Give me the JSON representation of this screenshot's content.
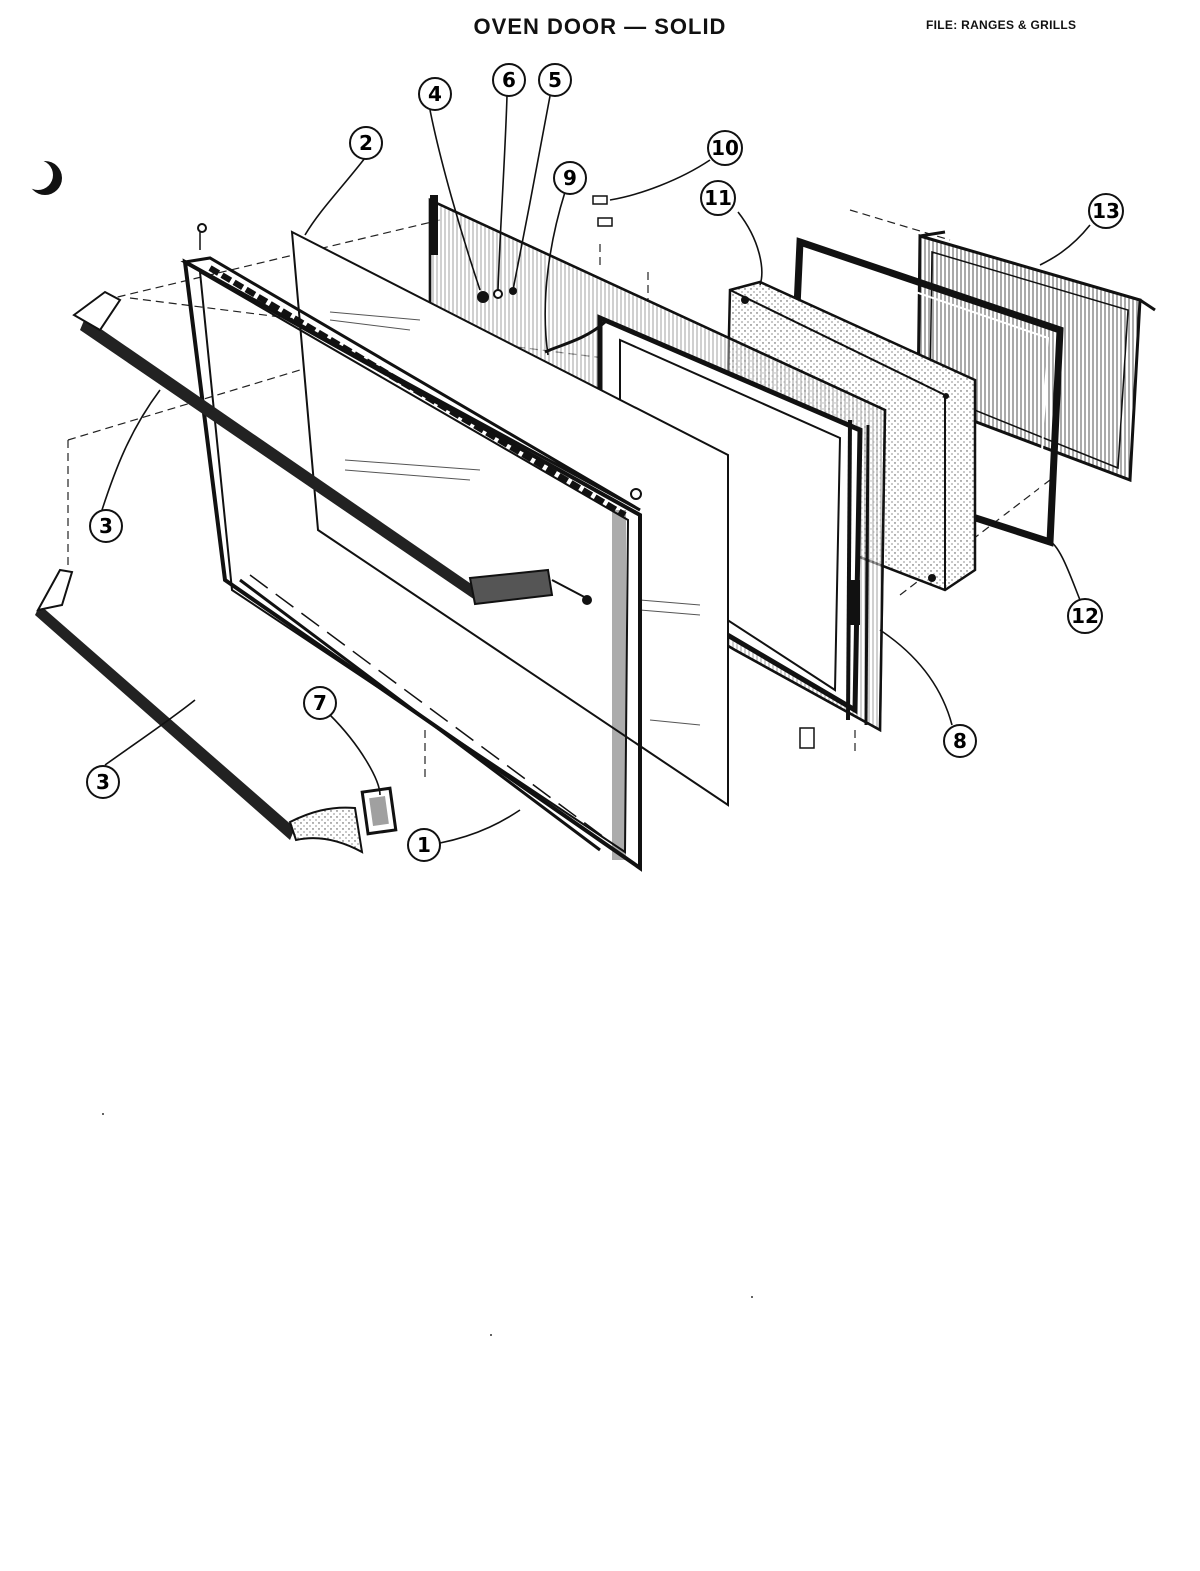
{
  "header": {
    "title": "OVEN DOOR — SOLID",
    "file_label": "FILE: RANGES & GRILLS"
  },
  "callouts": [
    {
      "id": "c1",
      "label": "1"
    },
    {
      "id": "c2",
      "label": "2"
    },
    {
      "id": "c3a",
      "label": "3"
    },
    {
      "id": "c3b",
      "label": "3"
    },
    {
      "id": "c4",
      "label": "4"
    },
    {
      "id": "c5",
      "label": "5"
    },
    {
      "id": "c6",
      "label": "6"
    },
    {
      "id": "c7",
      "label": "7"
    },
    {
      "id": "c8",
      "label": "8"
    },
    {
      "id": "c9",
      "label": "9"
    },
    {
      "id": "c10",
      "label": "10"
    },
    {
      "id": "c11",
      "label": "11"
    },
    {
      "id": "c12",
      "label": "12"
    },
    {
      "id": "c13",
      "label": "13"
    }
  ]
}
